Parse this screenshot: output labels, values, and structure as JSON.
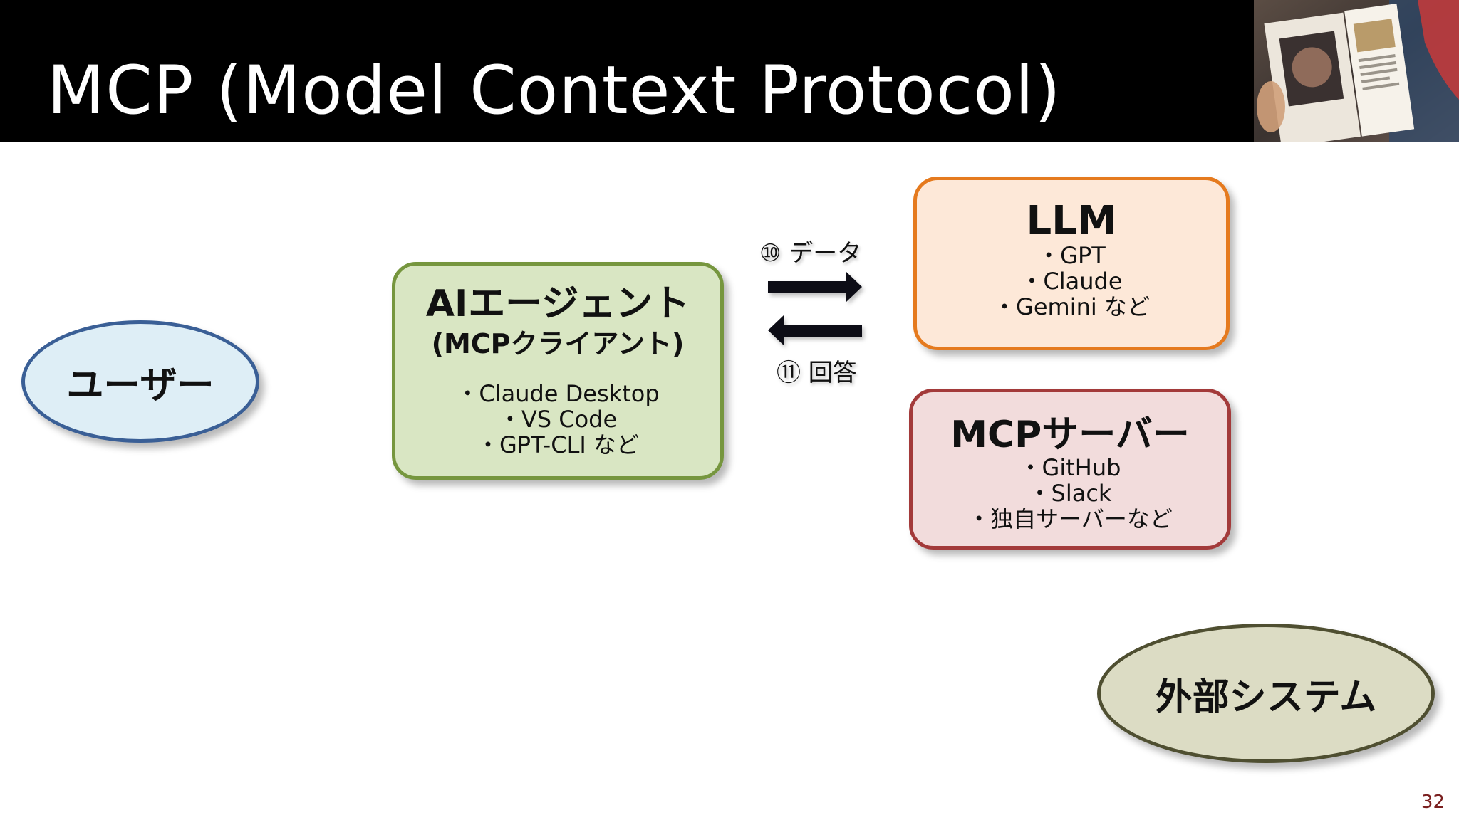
{
  "slide": {
    "title": "MCP (Model Context Protocol)",
    "page_number": "32"
  },
  "colors": {
    "title_bar": "#000000",
    "user_fill": "#deeef6",
    "user_border": "#3a5f96",
    "agent_fill": "#d9e6c3",
    "agent_border": "#76963e",
    "llm_fill": "#fde8d8",
    "llm_border": "#e57a1e",
    "server_fill": "#f2dcdc",
    "server_border": "#a33a3a",
    "external_fill": "#dcdcc4",
    "external_border": "#4f4f31"
  },
  "nodes": {
    "user": {
      "label": "ユーザー"
    },
    "agent": {
      "title": "AIエージェント",
      "subtitle": "(MCPクライアント)",
      "bullets": [
        "・Claude Desktop",
        "・VS Code",
        "・GPT-CLI など"
      ]
    },
    "llm": {
      "title": "LLM",
      "bullets": [
        "・GPT",
        "・Claude",
        "・Gemini など"
      ]
    },
    "server": {
      "title": "MCPサーバー",
      "bullets": [
        "・GitHub",
        "・Slack",
        "・独自サーバーなど"
      ]
    },
    "external": {
      "label": "外部システム"
    }
  },
  "edges": {
    "data_to_llm": "⑩ データ",
    "answer_from_llm": "⑪ 回答"
  },
  "icons": {
    "arrow_right": "arrow-right-icon",
    "arrow_left": "arrow-left-icon"
  }
}
